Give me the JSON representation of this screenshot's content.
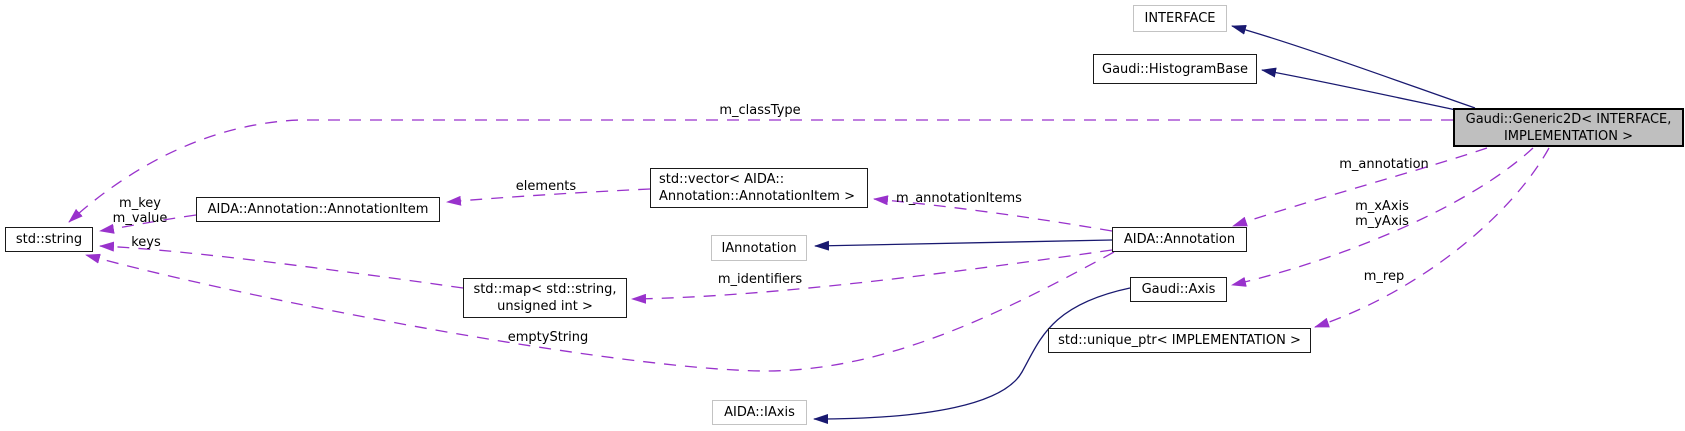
{
  "diagram_type": "collaboration-diagram",
  "colors": {
    "inheritance_edge": "#191970",
    "usage_edge": "#9932CC",
    "selected_node_fill": "#BFBFBF",
    "node_border": "#1A1A1A",
    "external_node_border": "#C3C3C3",
    "background": "#FFFFFF"
  },
  "nodes": {
    "interface": {
      "label": "INTERFACE"
    },
    "histogram_base": {
      "label": "Gaudi::HistogramBase"
    },
    "generic2d": {
      "line1": "Gaudi::Generic2D< INTERFACE,",
      "line2": "IMPLEMENTATION >"
    },
    "std_string": {
      "label": "std::string"
    },
    "annotation_item": {
      "label": "AIDA::Annotation::AnnotationItem"
    },
    "vector_annotation_item": {
      "line1": "std::vector< AIDA::",
      "line2": "Annotation::AnnotationItem >"
    },
    "iannotation": {
      "label": "IAnnotation"
    },
    "annotation": {
      "label": "AIDA::Annotation"
    },
    "map_string_uint": {
      "line1": "std::map< std::string,",
      "line2": "unsigned int >"
    },
    "axis": {
      "label": "Gaudi::Axis"
    },
    "unique_ptr": {
      "label": "std::unique_ptr< IMPLEMENTATION >"
    },
    "iaxis": {
      "label": "AIDA::IAxis"
    }
  },
  "edge_labels": {
    "m_classType": "m_classType",
    "m_key": "m_key",
    "m_value": "m_value",
    "keys": "keys",
    "elements": "elements",
    "m_annotationItems": "m_annotationItems",
    "m_annotation": "m_annotation",
    "m_xAxis": "m_xAxis",
    "m_yAxis": "m_yAxis",
    "m_rep": "m_rep",
    "m_identifiers": "m_identifiers",
    "emptyString": "emptyString"
  },
  "edges": [
    {
      "from": "generic2d",
      "to": "interface",
      "type": "inheritance",
      "label": ""
    },
    {
      "from": "generic2d",
      "to": "histogram_base",
      "type": "inheritance",
      "label": ""
    },
    {
      "from": "annotation",
      "to": "iannotation",
      "type": "inheritance",
      "label": ""
    },
    {
      "from": "axis",
      "to": "iaxis",
      "type": "inheritance",
      "label": ""
    },
    {
      "from": "generic2d",
      "to": "std_string",
      "type": "usage",
      "label": "m_classType"
    },
    {
      "from": "annotation_item",
      "to": "std_string",
      "type": "usage",
      "label": "m_key m_value"
    },
    {
      "from": "map_string_uint",
      "to": "std_string",
      "type": "usage",
      "label": "keys"
    },
    {
      "from": "annotation",
      "to": "std_string",
      "type": "usage",
      "label": "emptyString"
    },
    {
      "from": "vector_annotation_item",
      "to": "annotation_item",
      "type": "usage",
      "label": "elements"
    },
    {
      "from": "annotation",
      "to": "vector_annotation_item",
      "type": "usage",
      "label": "m_annotationItems"
    },
    {
      "from": "annotation",
      "to": "map_string_uint",
      "type": "usage",
      "label": "m_identifiers"
    },
    {
      "from": "generic2d",
      "to": "annotation",
      "type": "usage",
      "label": "m_annotation"
    },
    {
      "from": "generic2d",
      "to": "axis",
      "type": "usage",
      "label": "m_xAxis m_yAxis"
    },
    {
      "from": "generic2d",
      "to": "unique_ptr",
      "type": "usage",
      "label": "m_rep"
    }
  ]
}
